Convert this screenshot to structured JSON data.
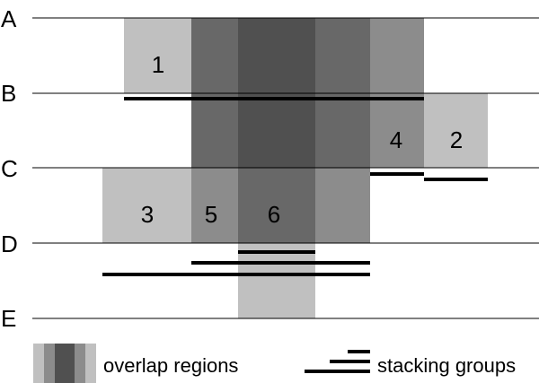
{
  "rows": [
    "A",
    "B",
    "C",
    "D",
    "E"
  ],
  "colors": {
    "light": "#c0c0c0",
    "mid": "#8c8c8c",
    "dark": "#686868",
    "darkest": "#505050",
    "line": "#000000"
  },
  "region_labels": [
    "1",
    "2",
    "3",
    "4",
    "5",
    "6"
  ],
  "legend": {
    "overlap_label": "overlap regions",
    "stacking_label": "stacking groups"
  }
}
